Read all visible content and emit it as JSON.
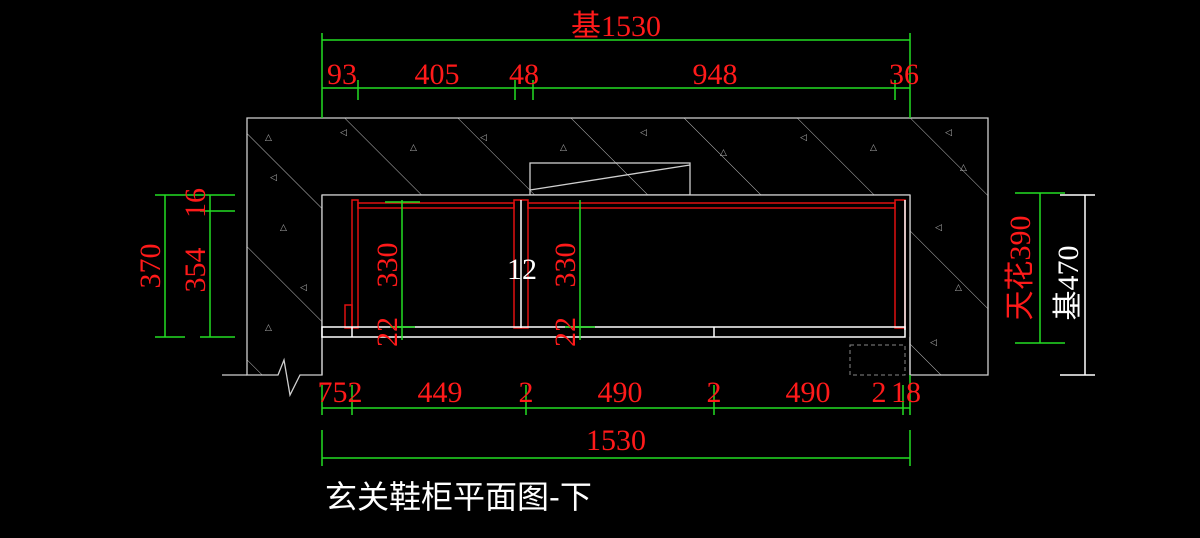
{
  "drawing": {
    "title": "玄关鞋柜平面图-下",
    "top_overall": "基1530",
    "top_segments": [
      "93",
      "405",
      "48",
      "948",
      "36"
    ],
    "left_dims": {
      "total": "370",
      "inner": "354",
      "top": "16"
    },
    "cabinet_depths": {
      "left_depth": "330",
      "left_gap": "22",
      "right_depth": "330",
      "right_gap": "22",
      "divider": "12"
    },
    "bottom_segments": [
      "752",
      "449",
      "2",
      "490",
      "2",
      "490",
      "2",
      "18"
    ],
    "bottom_overall": "1530",
    "right_dims": {
      "ceiling": "天花390",
      "base": "基470"
    },
    "colors": {
      "dimension_text": "#ff1a1a",
      "dimension_line": "#22dd22",
      "wall": "#cfcfcf",
      "cabinet": "#e01010"
    }
  }
}
